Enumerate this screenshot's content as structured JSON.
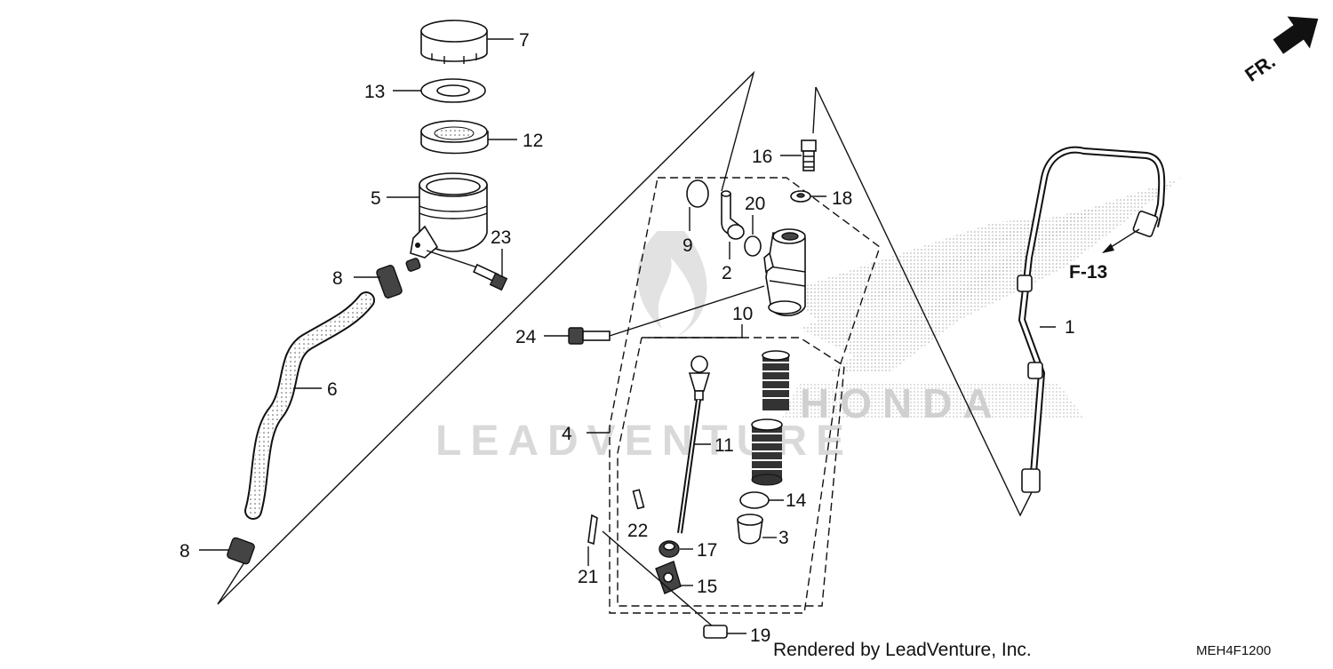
{
  "diagram": {
    "labels": {
      "l1": "1",
      "l2": "2",
      "l3": "3",
      "l4": "4",
      "l5": "5",
      "l6": "6",
      "l7": "7",
      "l8a": "8",
      "l8b": "8",
      "l9": "9",
      "l10": "10",
      "l11": "11",
      "l12": "12",
      "l13": "13",
      "l14": "14",
      "l15": "15",
      "l16": "16",
      "l17": "17",
      "l18": "18",
      "l19": "19",
      "l20": "20",
      "l21": "21",
      "l22": "22",
      "l23": "23",
      "l24": "24"
    },
    "ref_label": "F-13",
    "front_label": "FR.",
    "watermark_text": "LEADVENTURE",
    "watermark_logo_text": "HONDA",
    "footer_text": "Rendered by LeadVenture, Inc.",
    "diagram_code": "MEH4F1200"
  }
}
